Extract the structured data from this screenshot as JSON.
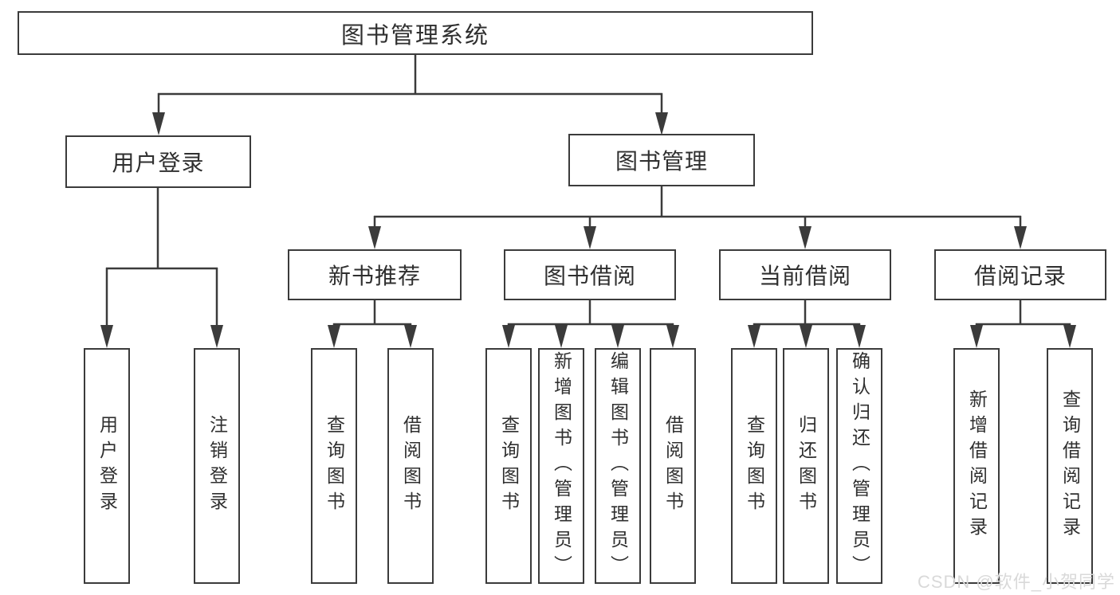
{
  "tree": {
    "label": "图书管理系统",
    "children": [
      {
        "label": "用户登录",
        "children": [
          {
            "label": "用户登录"
          },
          {
            "label": "注销登录"
          }
        ]
      },
      {
        "label": "图书管理",
        "children": [
          {
            "label": "新书推荐",
            "children": [
              {
                "label": "查询图书"
              },
              {
                "label": "借阅图书"
              }
            ]
          },
          {
            "label": "图书借阅",
            "children": [
              {
                "label": "查询图书"
              },
              {
                "label": "新增图书（管理员）"
              },
              {
                "label": "编辑图书（管理员）"
              },
              {
                "label": "借阅图书"
              }
            ]
          },
          {
            "label": "当前借阅",
            "children": [
              {
                "label": "查询图书"
              },
              {
                "label": "归还图书"
              },
              {
                "label": "确认归还（管理员）"
              }
            ]
          },
          {
            "label": "借阅记录",
            "children": [
              {
                "label": "新增借阅记录"
              },
              {
                "label": "查询借阅记录"
              }
            ]
          }
        ]
      }
    ]
  },
  "watermark": {
    "text": "CSDN @软件_小贺同学"
  },
  "colors": {
    "line": "#3b3b3b",
    "text": "#2f2f2f",
    "watermark": "#d9d9d9",
    "background": "#ffffff"
  }
}
